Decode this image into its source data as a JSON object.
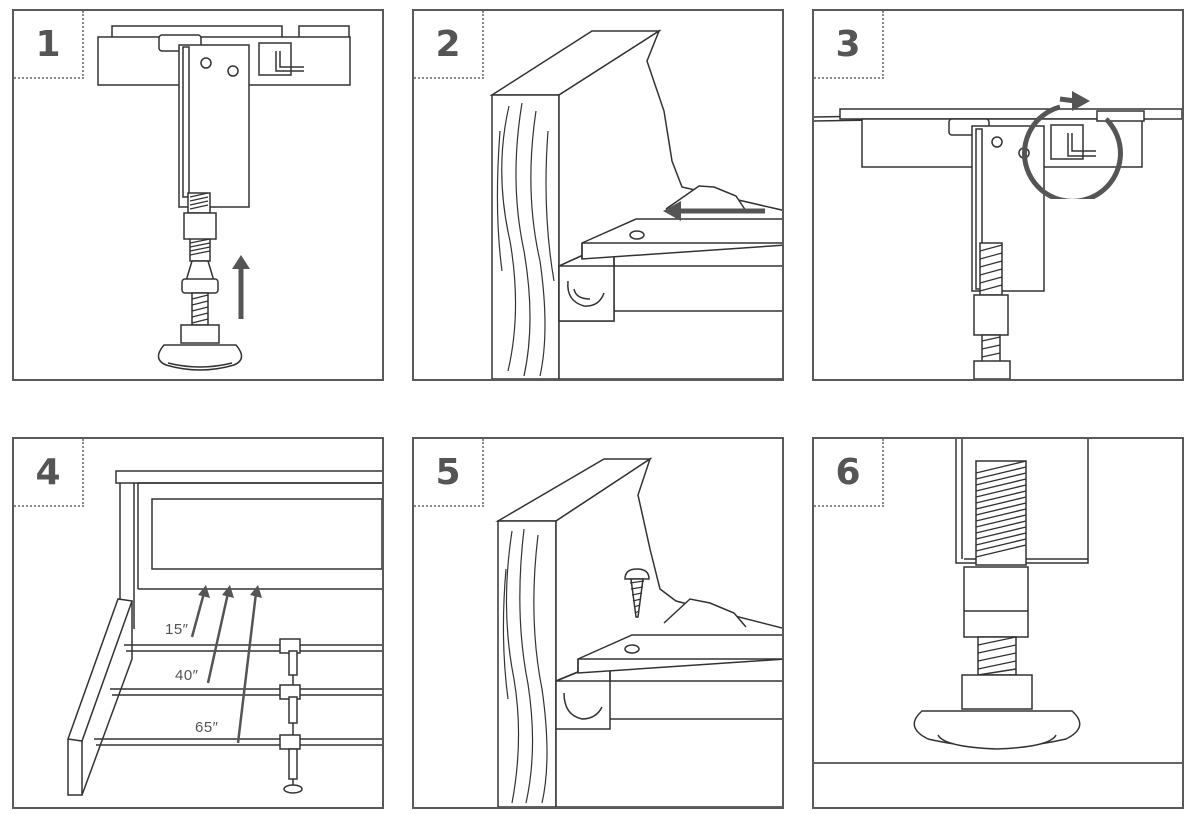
{
  "steps": [
    {
      "number": "1"
    },
    {
      "number": "2"
    },
    {
      "number": "3"
    },
    {
      "number": "4",
      "dimensions": [
        "15″",
        "40″",
        "65″"
      ]
    },
    {
      "number": "5"
    },
    {
      "number": "6"
    }
  ],
  "colors": {
    "line": "#333333",
    "arrow": "#555555",
    "border": "#5a5a5a"
  },
  "icons": [
    "up-arrow-icon",
    "left-arrow-icon",
    "rotate-arrow-icon",
    "screw-icon"
  ]
}
